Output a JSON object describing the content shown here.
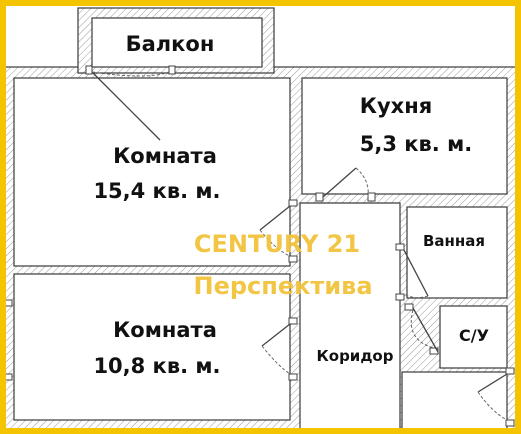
{
  "rooms": {
    "balcony": {
      "label": "Балкон"
    },
    "kitchen": {
      "label": "Кухня",
      "area": "5,3 кв. м."
    },
    "room_large": {
      "label": "Комната",
      "area": "15,4 кв. м."
    },
    "room_small": {
      "label": "Комната",
      "area": "10,8 кв. м."
    },
    "bathroom": {
      "label": "Ванная"
    },
    "toilet": {
      "label": "С/У"
    },
    "corridor": {
      "label": "Коридор"
    }
  },
  "watermark": {
    "line1": "CENTURY 21",
    "line2": "Перспектива",
    "color": "#f2c23a"
  },
  "colors": {
    "frame": "#f5c400",
    "wall_line": "#3a3a3a"
  }
}
